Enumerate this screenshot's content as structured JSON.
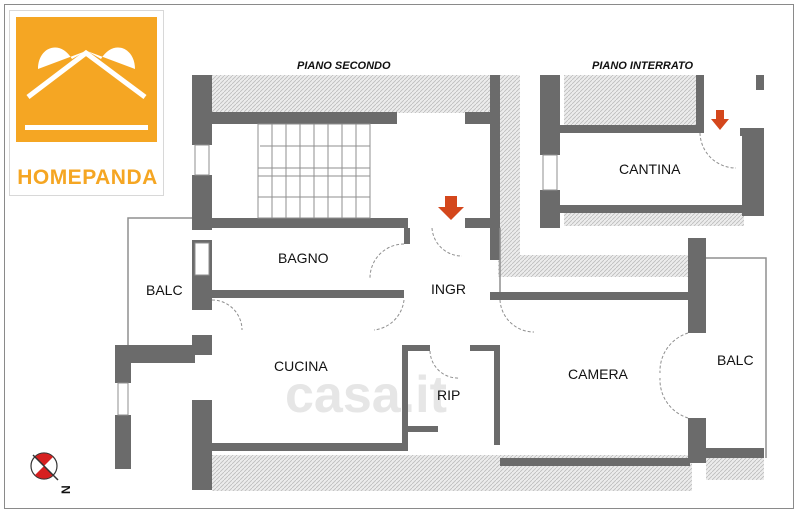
{
  "brand": {
    "name": "HOMEPANDA"
  },
  "titles": {
    "second_floor": "PIANO  SECONDO",
    "basement": "PIANO  INTERRATO"
  },
  "rooms": {
    "cantina": "CANTINA",
    "bagno": "BAGNO",
    "balc_left": "BALC",
    "ingr": "INGR",
    "cucina": "CUCINA",
    "camera": "CAMERA",
    "balc_right": "BALC",
    "rip": "RIP"
  },
  "watermark": "casa.it",
  "compass": {
    "letter": "N"
  },
  "colors": {
    "wall": "#6b6b6b",
    "accent": "#f5a623",
    "arrow": "#d4471c",
    "hatch": "#c9c9c9"
  }
}
